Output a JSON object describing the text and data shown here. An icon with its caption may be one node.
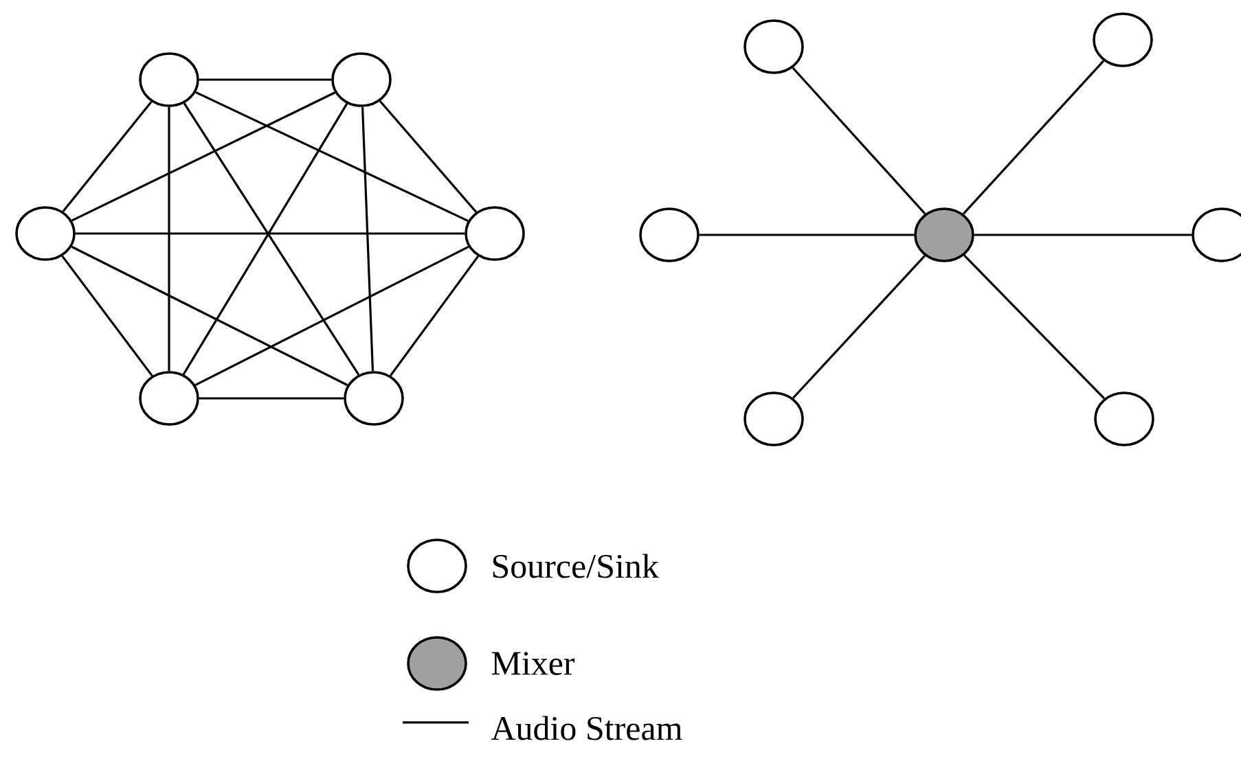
{
  "diagram": {
    "nodes": [
      {
        "text": [],
        "shape": "circle"
      },
      {
        "text": [],
        "shape": "circle"
      },
      {
        "text": [],
        "shape": "circle"
      },
      {
        "text": [],
        "shape": "circle"
      },
      {
        "text": [],
        "shape": "circle"
      },
      {
        "text": [],
        "shape": "circle"
      },
      {
        "text": [],
        "shape": "circle"
      },
      {
        "text": [],
        "shape": "circle"
      },
      {
        "text": [],
        "shape": "circle"
      },
      {
        "text": [],
        "shape": "disc"
      },
      {
        "text": [],
        "shape": "circle"
      },
      {
        "text": [],
        "shape": "circle"
      },
      {
        "text": [],
        "shape": "circle"
      }
    ],
    "edges": [
      {
        "from": 0,
        "to": 1,
        "arrow": "none"
      },
      {
        "from": 0,
        "to": 2,
        "arrow": "none"
      },
      {
        "from": 0,
        "to": 3,
        "arrow": "none"
      },
      {
        "from": 0,
        "to": 4,
        "arrow": "none"
      },
      {
        "from": 0,
        "to": 5,
        "arrow": "none"
      },
      {
        "from": 1,
        "to": 2,
        "arrow": "none"
      },
      {
        "from": 1,
        "to": 3,
        "arrow": "none"
      },
      {
        "from": 1,
        "to": 4,
        "arrow": "none"
      },
      {
        "from": 1,
        "to": 5,
        "arrow": "none"
      },
      {
        "from": 2,
        "to": 3,
        "arrow": "none"
      },
      {
        "from": 2,
        "to": 4,
        "arrow": "none"
      },
      {
        "from": 2,
        "to": 5,
        "arrow": "none"
      },
      {
        "from": 3,
        "to": 4,
        "arrow": "none"
      },
      {
        "from": 3,
        "to": 5,
        "arrow": "none"
      },
      {
        "from": 4,
        "to": 5,
        "arrow": "none"
      },
      {
        "from": 9,
        "to": 6,
        "arrow": "none"
      },
      {
        "from": 9,
        "to": 7,
        "arrow": "none"
      },
      {
        "from": 9,
        "to": 8,
        "arrow": "none"
      },
      {
        "from": 9,
        "to": 10,
        "arrow": "none"
      },
      {
        "from": 9,
        "to": 11,
        "arrow": "none"
      },
      {
        "from": 9,
        "to": 12,
        "arrow": "none"
      }
    ],
    "legend": [
      {
        "text": "Source/Sink"
      },
      {
        "text": "Mixer",
        "color": "#a0a0a0"
      },
      {
        "text": "Audio Stream"
      }
    ]
  }
}
